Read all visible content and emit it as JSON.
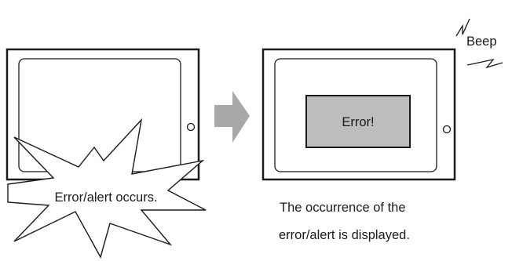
{
  "left_panel": {
    "burst_label": "Error/alert occurs."
  },
  "right_panel": {
    "error_label": "Error!",
    "caption_line1": "The occurrence of the",
    "caption_line2": "error/alert is displayed."
  },
  "sound": {
    "label": "Beep"
  },
  "colors": {
    "outline": "#1a1a1a",
    "screen_fill": "#ffffff",
    "error_box_fill": "#bdbdbd",
    "arrow_fill": "#a8a8a8"
  }
}
